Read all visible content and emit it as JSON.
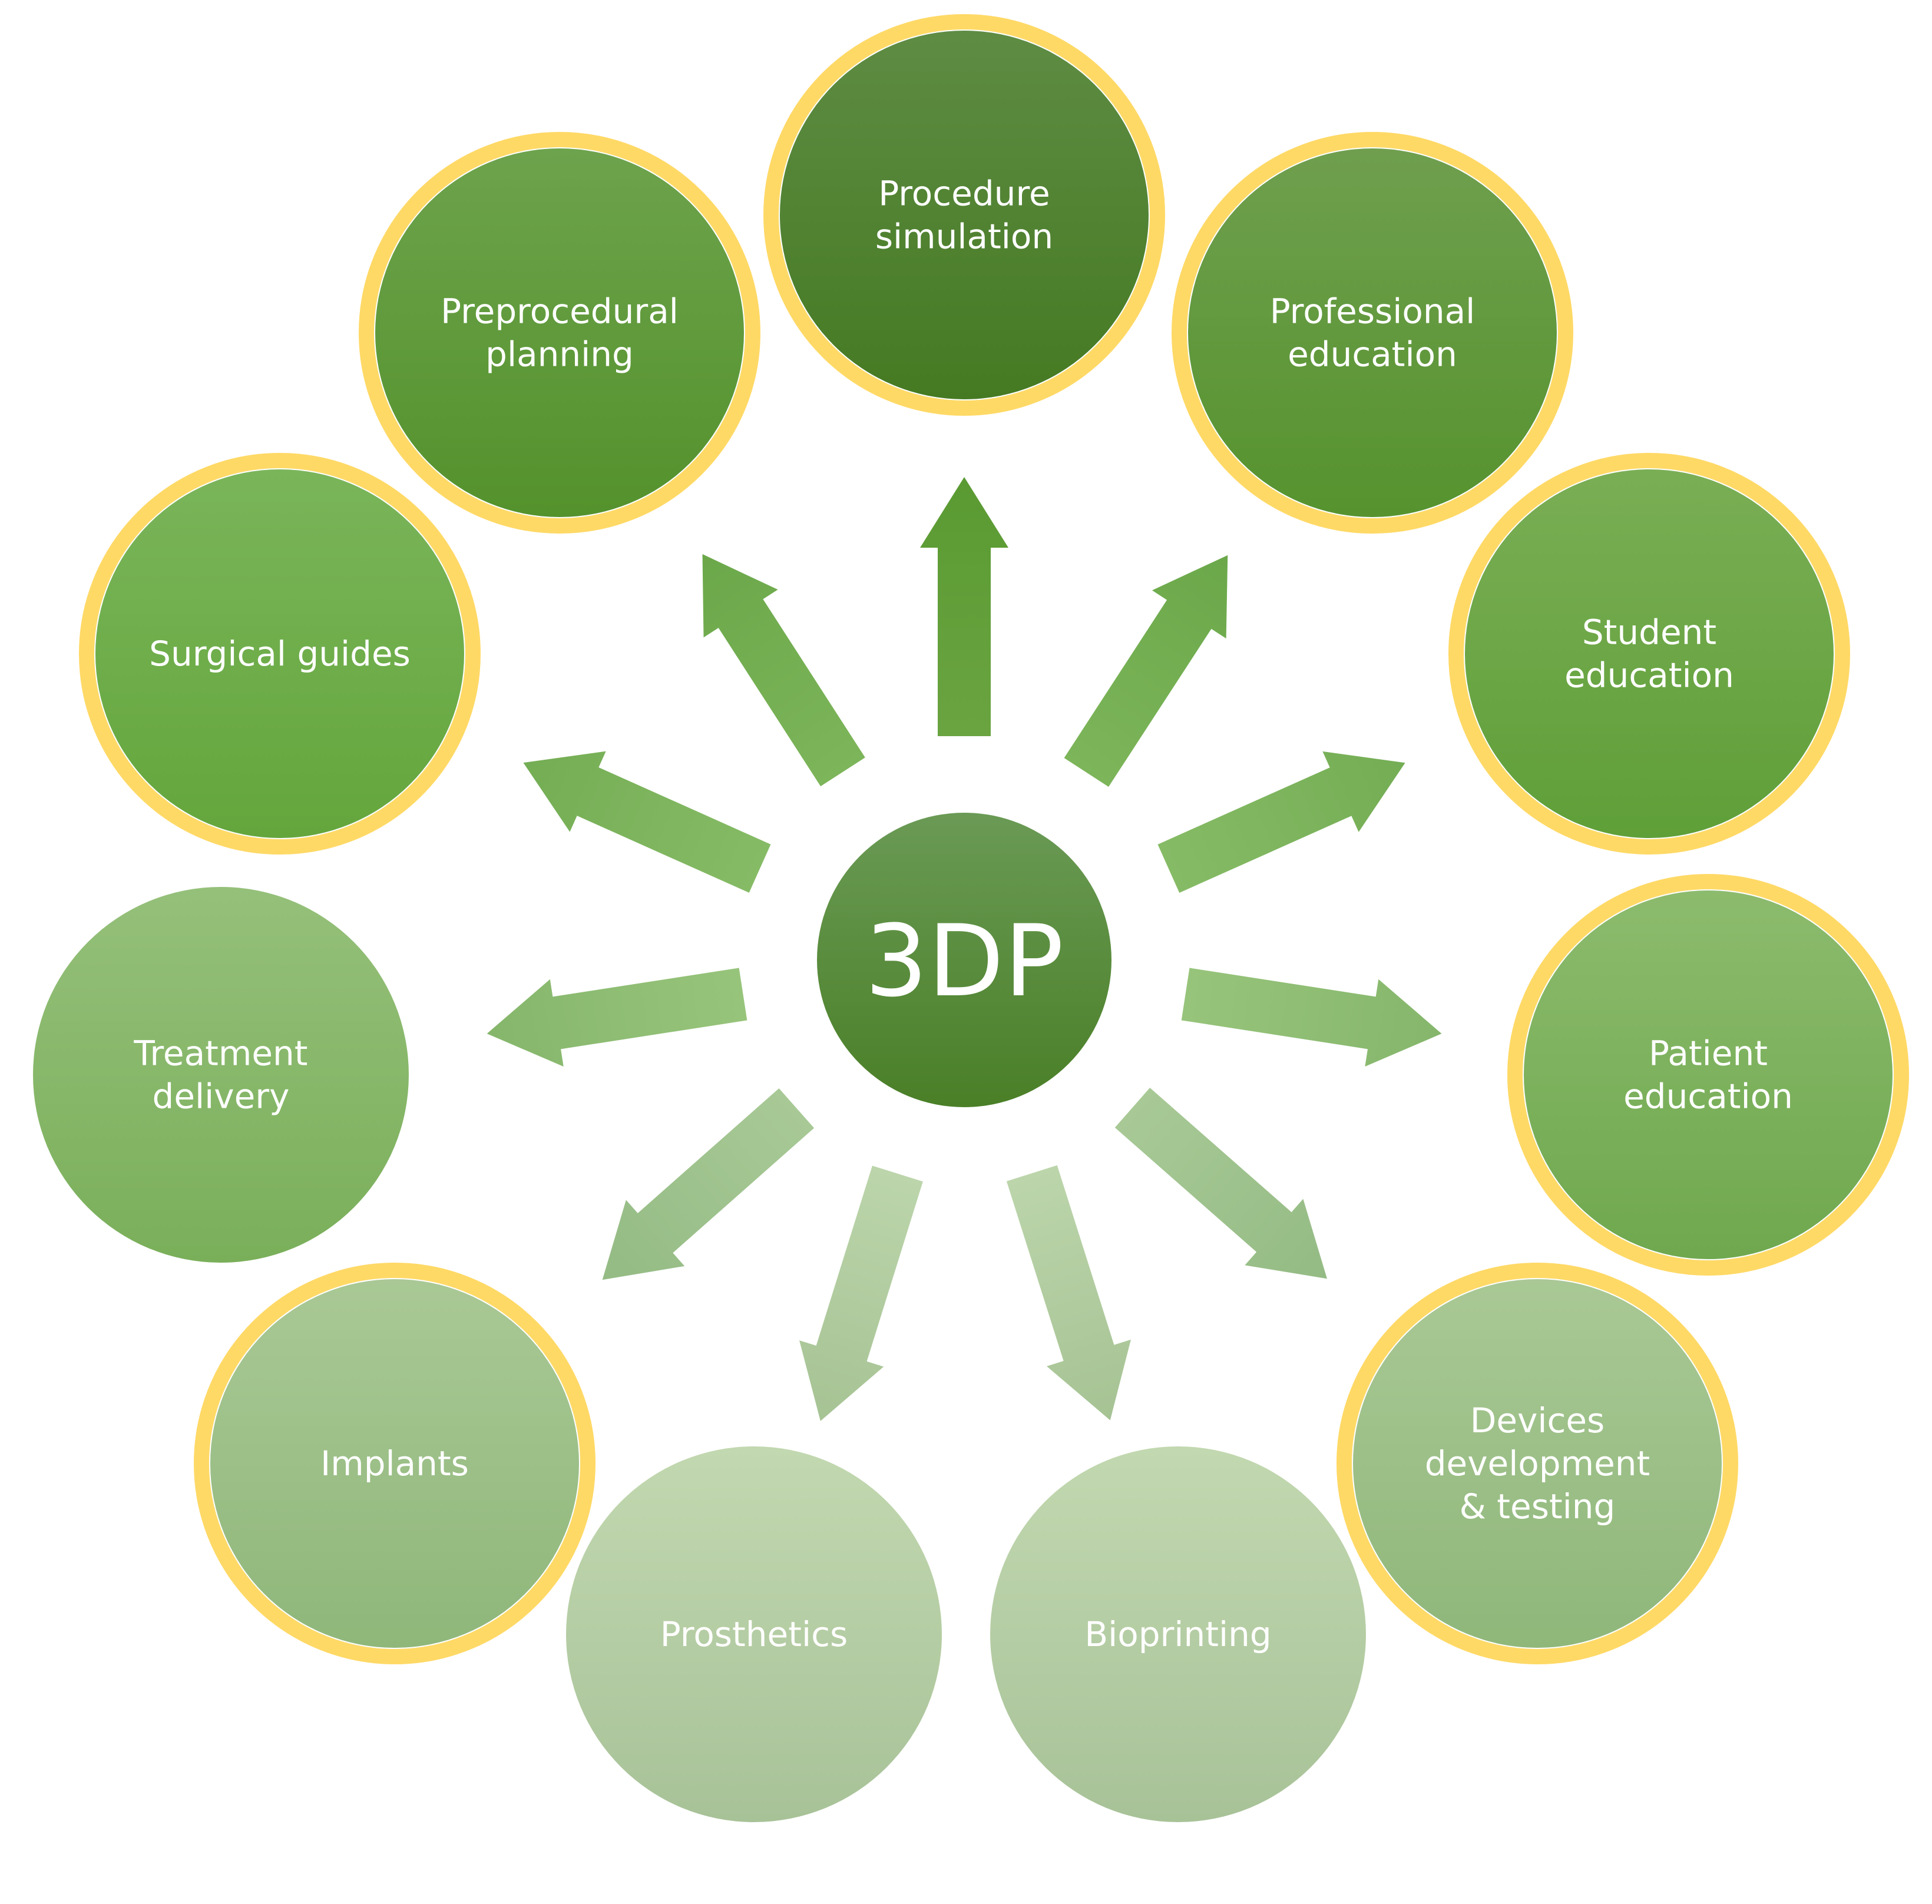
{
  "center": {
    "label": "3DP"
  },
  "nodes": [
    {
      "id": "procedure-simulation",
      "lines": [
        "Procedure",
        "simulation"
      ],
      "highlighted": true
    },
    {
      "id": "professional-education",
      "lines": [
        "Professional",
        "education"
      ],
      "highlighted": true
    },
    {
      "id": "student-education",
      "lines": [
        "Student",
        "education"
      ],
      "highlighted": true
    },
    {
      "id": "patient-education",
      "lines": [
        "Patient",
        "education"
      ],
      "highlighted": true
    },
    {
      "id": "devices-development-testing",
      "lines": [
        "Devices",
        "development",
        "& testing"
      ],
      "highlighted": true
    },
    {
      "id": "bioprinting",
      "lines": [
        "Bioprinting"
      ],
      "highlighted": false
    },
    {
      "id": "prosthetics",
      "lines": [
        "Prosthetics"
      ],
      "highlighted": false
    },
    {
      "id": "implants",
      "lines": [
        "Implants"
      ],
      "highlighted": true
    },
    {
      "id": "treatment-delivery",
      "lines": [
        "Treatment",
        "delivery"
      ],
      "highlighted": false
    },
    {
      "id": "surgical-guides",
      "lines": [
        "Surgical guides"
      ],
      "highlighted": true
    },
    {
      "id": "preprocedural-planning",
      "lines": [
        "Preprocedural",
        "planning"
      ],
      "highlighted": true
    }
  ],
  "colors": {
    "ring": "#ffd966",
    "center_top": "#6a9a55",
    "center_bottom": "#4a7f27"
  }
}
